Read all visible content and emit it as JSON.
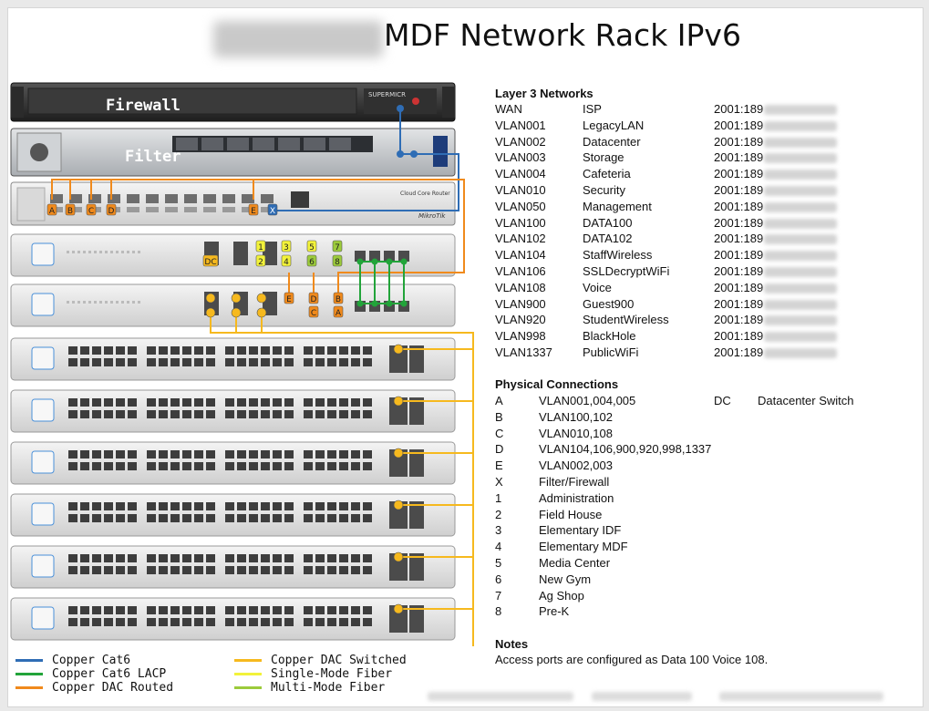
{
  "title": "MDF Network Rack IPv6",
  "rack": {
    "firewall_label": "Firewall",
    "filter_label": "Filter",
    "firewall_brand": "SUPERMICR",
    "router_brand": "Cloud Core Router",
    "router_logo": "MikroTik",
    "markers": {
      "router": [
        "A",
        "B",
        "C",
        "D",
        "E",
        "X"
      ],
      "agg1_top": [
        "1",
        "3",
        "5",
        "7"
      ],
      "agg1_bottom": [
        "DC",
        "2",
        "4",
        "6",
        "8"
      ],
      "agg2_top": [
        "E",
        "D",
        "B"
      ],
      "agg2_bottom": [
        "C",
        "A"
      ]
    }
  },
  "layer3": {
    "heading": "Layer 3 Networks",
    "rows": [
      {
        "vlan": "WAN",
        "name": "ISP",
        "prefix": "2001:189"
      },
      {
        "vlan": "VLAN001",
        "name": "LegacyLAN",
        "prefix": "2001:189"
      },
      {
        "vlan": "VLAN002",
        "name": "Datacenter",
        "prefix": "2001:189"
      },
      {
        "vlan": "VLAN003",
        "name": "Storage",
        "prefix": "2001:189"
      },
      {
        "vlan": "VLAN004",
        "name": "Cafeteria",
        "prefix": "2001:189"
      },
      {
        "vlan": "VLAN010",
        "name": "Security",
        "prefix": "2001:189"
      },
      {
        "vlan": "VLAN050",
        "name": "Management",
        "prefix": "2001:189"
      },
      {
        "vlan": "VLAN100",
        "name": "DATA100",
        "prefix": "2001:189"
      },
      {
        "vlan": "VLAN102",
        "name": "DATA102",
        "prefix": "2001:189"
      },
      {
        "vlan": "VLAN104",
        "name": "StaffWireless",
        "prefix": "2001:189"
      },
      {
        "vlan": "VLAN106",
        "name": "SSLDecryptWiFi",
        "prefix": "2001:189"
      },
      {
        "vlan": "VLAN108",
        "name": "Voice",
        "prefix": "2001:189"
      },
      {
        "vlan": "VLAN900",
        "name": "Guest900",
        "prefix": "2001:189"
      },
      {
        "vlan": "VLAN920",
        "name": "StudentWireless",
        "prefix": "2001:189"
      },
      {
        "vlan": "VLAN998",
        "name": "BlackHole",
        "prefix": "2001:189"
      },
      {
        "vlan": "VLAN1337",
        "name": "PublicWiFi",
        "prefix": "2001:189"
      }
    ]
  },
  "physical": {
    "heading": "Physical Connections",
    "rows": [
      {
        "key": "A",
        "value": "VLAN001,004,005"
      },
      {
        "key": "B",
        "value": "VLAN100,102"
      },
      {
        "key": "C",
        "value": "VLAN010,108"
      },
      {
        "key": "D",
        "value": "VLAN104,106,900,920,998,1337"
      },
      {
        "key": "E",
        "value": "VLAN002,003"
      },
      {
        "key": "X",
        "value": "Filter/Firewall"
      },
      {
        "key": "1",
        "value": "Administration"
      },
      {
        "key": "2",
        "value": "Field House"
      },
      {
        "key": "3",
        "value": "Elementary IDF"
      },
      {
        "key": "4",
        "value": "Elementary MDF"
      },
      {
        "key": "5",
        "value": "Media Center"
      },
      {
        "key": "6",
        "value": "New Gym"
      },
      {
        "key": "7",
        "value": "Ag Shop"
      },
      {
        "key": "8",
        "value": "Pre-K"
      }
    ],
    "extra": {
      "key": "DC",
      "value": "Datacenter Switch"
    }
  },
  "notes": {
    "heading": "Notes",
    "text": "Access ports are configured as Data 100 Voice 108."
  },
  "legend": [
    {
      "label": "Copper Cat6",
      "color": "#2f6db5"
    },
    {
      "label": "Copper Cat6 LACP",
      "color": "#22a43a"
    },
    {
      "label": "Copper DAC Routed",
      "color": "#f08a1c"
    },
    {
      "label": "Copper DAC Switched",
      "color": "#f6b91e"
    },
    {
      "label": "Single-Mode Fiber",
      "color": "#f2f23a"
    },
    {
      "label": "Multi-Mode Fiber",
      "color": "#9ccb3b"
    }
  ]
}
